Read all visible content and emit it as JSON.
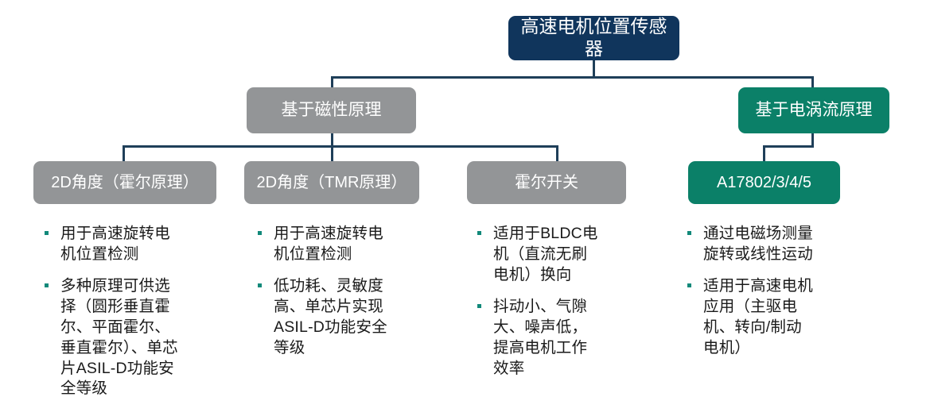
{
  "colors": {
    "navy": "#10355C",
    "gray": "#939597",
    "green": "#0B8068",
    "connector": "#1F3F59",
    "bullet": "#12897A",
    "text_light": "#FFFFFF",
    "text_dark": "#1A1A1A"
  },
  "nodes": {
    "root": "高速电机位置传感器",
    "magnetic": "基于磁性原理",
    "eddy": "基于电涡流原理",
    "hall2d": "2D角度（霍尔原理）",
    "tmr2d": "2D角度（TMR原理）",
    "hall_switch": "霍尔开关",
    "a17802": "A17802/3/4/5"
  },
  "columns": [
    {
      "key": "hall2d",
      "bullets": [
        "用于高速旋转电机位置检测",
        "多种原理可供选择（圆形垂直霍尔、平面霍尔、垂直霍尔）、单芯片ASIL-D功能安全等级"
      ]
    },
    {
      "key": "tmr2d",
      "bullets": [
        "用于高速旋转电机位置检测",
        "低功耗、灵敏度高、单芯片实现ASIL-D功能安全等级"
      ]
    },
    {
      "key": "hall_switch",
      "bullets": [
        "适用于BLDC电机（直流无刷电机）换向",
        "抖动小、气隙大、噪声低，提高电机工作效率"
      ]
    },
    {
      "key": "a17802",
      "bullets": [
        "通过电磁场测量旋转或线性运动",
        "适用于高速电机应用（主驱电机、转向/制动电机）"
      ]
    }
  ]
}
